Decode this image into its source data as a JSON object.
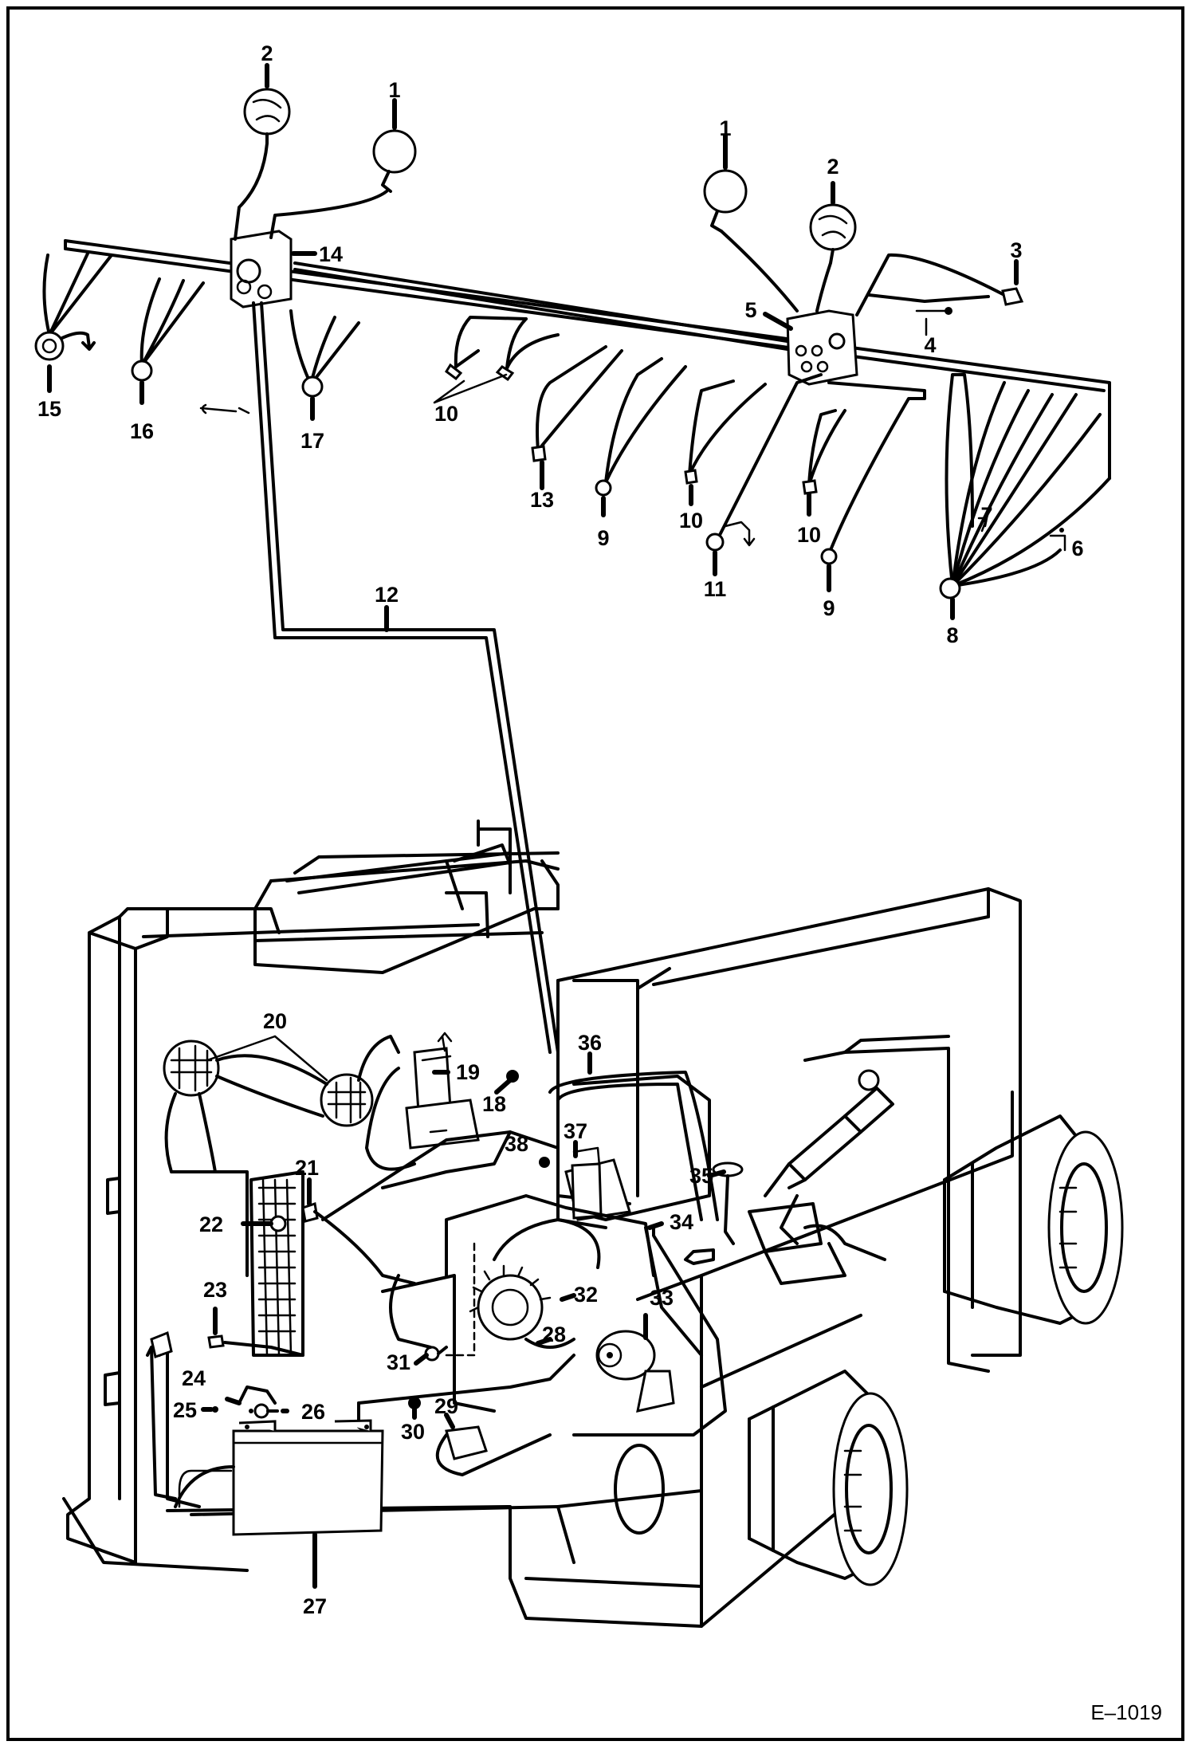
{
  "figure_id": "E–1019",
  "callouts": [
    {
      "id": "c2a",
      "text": "2"
    },
    {
      "id": "c1a",
      "text": "1"
    },
    {
      "id": "c14",
      "text": "14"
    },
    {
      "id": "c15",
      "text": "15"
    },
    {
      "id": "c16",
      "text": "16"
    },
    {
      "id": "c17",
      "text": "17"
    },
    {
      "id": "c1b",
      "text": "1"
    },
    {
      "id": "c2b",
      "text": "2"
    },
    {
      "id": "c3",
      "text": "3"
    },
    {
      "id": "c5",
      "text": "5"
    },
    {
      "id": "c4",
      "text": "4"
    },
    {
      "id": "c10a",
      "text": "10"
    },
    {
      "id": "c13",
      "text": "13"
    },
    {
      "id": "c9a",
      "text": "9"
    },
    {
      "id": "c10b",
      "text": "10"
    },
    {
      "id": "c11",
      "text": "11"
    },
    {
      "id": "c10c",
      "text": "10"
    },
    {
      "id": "c9b",
      "text": "9"
    },
    {
      "id": "c7",
      "text": "7"
    },
    {
      "id": "c6",
      "text": "6"
    },
    {
      "id": "c8",
      "text": "8"
    },
    {
      "id": "c12",
      "text": "12"
    },
    {
      "id": "c20",
      "text": "20"
    },
    {
      "id": "c19",
      "text": "19"
    },
    {
      "id": "c18",
      "text": "18"
    },
    {
      "id": "c36",
      "text": "36"
    },
    {
      "id": "c37",
      "text": "37"
    },
    {
      "id": "c38",
      "text": "38"
    },
    {
      "id": "c35",
      "text": "35"
    },
    {
      "id": "c21",
      "text": "21"
    },
    {
      "id": "c22",
      "text": "22"
    },
    {
      "id": "c34",
      "text": "34"
    },
    {
      "id": "c23",
      "text": "23"
    },
    {
      "id": "c32",
      "text": "32"
    },
    {
      "id": "c33",
      "text": "33"
    },
    {
      "id": "c28",
      "text": "28"
    },
    {
      "id": "c31",
      "text": "31"
    },
    {
      "id": "c24",
      "text": "24"
    },
    {
      "id": "c25",
      "text": "25"
    },
    {
      "id": "c26",
      "text": "26"
    },
    {
      "id": "c29",
      "text": "29"
    },
    {
      "id": "c30",
      "text": "30"
    },
    {
      "id": "c27",
      "text": "27"
    }
  ]
}
